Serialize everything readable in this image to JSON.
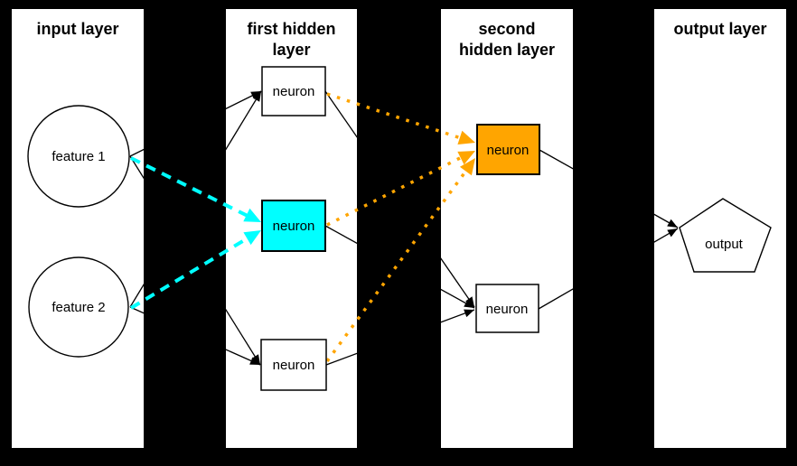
{
  "colors": {
    "background": "#000000",
    "panel": "#ffffff",
    "edge": "#000000",
    "highlight_cyan": "#00ffff",
    "highlight_orange": "#ffa500"
  },
  "layers": [
    {
      "title": "input layer",
      "title_lines": [
        "input layer"
      ],
      "nodes": [
        {
          "label": "feature 1",
          "shape": "circle"
        },
        {
          "label": "feature 2",
          "shape": "circle"
        }
      ]
    },
    {
      "title": "first hidden layer",
      "title_lines": [
        "first hidden",
        "layer"
      ],
      "nodes": [
        {
          "label": "neuron",
          "shape": "rect"
        },
        {
          "label": "neuron",
          "shape": "rect",
          "highlight": "cyan"
        },
        {
          "label": "neuron",
          "shape": "rect"
        }
      ]
    },
    {
      "title": "second hidden layer",
      "title_lines": [
        "second",
        "hidden layer"
      ],
      "nodes": [
        {
          "label": "neuron",
          "shape": "rect",
          "highlight": "orange"
        },
        {
          "label": "neuron",
          "shape": "rect"
        }
      ]
    },
    {
      "title": "output layer",
      "title_lines": [
        "output layer"
      ],
      "nodes": [
        {
          "label": "output",
          "shape": "pentagon"
        }
      ]
    }
  ]
}
